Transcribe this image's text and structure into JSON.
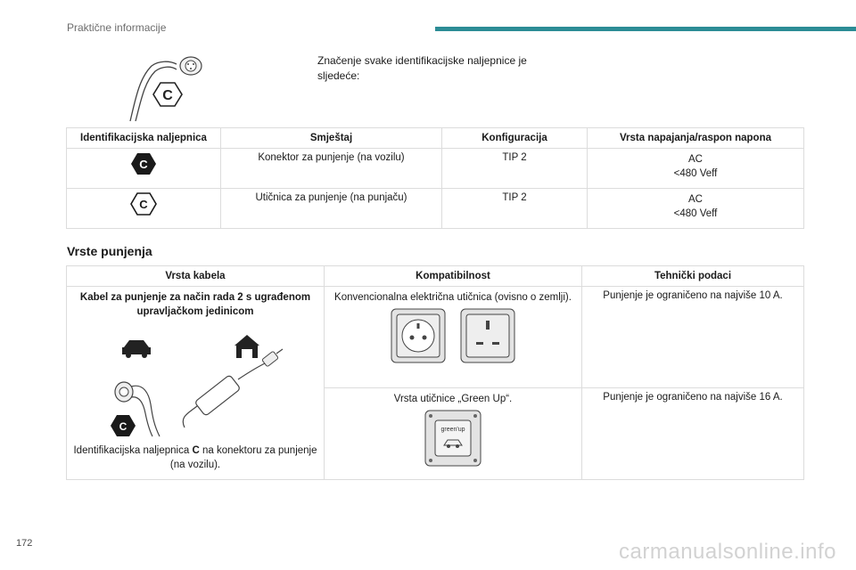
{
  "header": {
    "section": "Praktične informacije"
  },
  "intro": {
    "text": "Značenje svake identifikacijske naljepnice je sljedeće:",
    "badge_letter": "C"
  },
  "table1": {
    "headers": [
      "Identifikacijska naljepnica",
      "Smještaj",
      "Konfiguracija",
      "Vrsta napajanja/raspon napona"
    ],
    "rows": [
      {
        "badge": "C",
        "location": "Konektor za punjenje (na vozilu)",
        "config": "TIP 2",
        "supply_line1": "AC",
        "supply_line2": "<480 Veff"
      },
      {
        "badge": "C",
        "location": "Utičnica za punjenje (na punjaču)",
        "config": "TIP 2",
        "supply_line1": "AC",
        "supply_line2": "<480 Veff"
      }
    ]
  },
  "section_title": "Vrste punjenja",
  "table2": {
    "headers": [
      "Vrsta kabela",
      "Kompatibilnost",
      "Tehnički podaci"
    ],
    "cable_title": "Kabel za punjenje za način rada 2 s ugrađenom upravljačkom jedinicom",
    "cable_note_prefix": "Identifikacijska naljepnica",
    "cable_note_bold": "C",
    "cable_note_suffix": "na konektoru za punjenje (na vozilu).",
    "badge_letter": "C",
    "rows": [
      {
        "compat": "Konvencionalna električna utičnica (ovisno o zemlji).",
        "tech": "Punjenje je ograničeno na najviše 10 A."
      },
      {
        "compat": "Vrsta utičnice „Green Up“.",
        "tech": "Punjenje je ograničeno na najviše 16 A.",
        "socket_label": "green'up"
      }
    ]
  },
  "footer": {
    "page_number": "172",
    "watermark": "carmanualsonline.info"
  },
  "colors": {
    "accent": "#2c8c95",
    "badge_dark": "#1a1a1a"
  }
}
